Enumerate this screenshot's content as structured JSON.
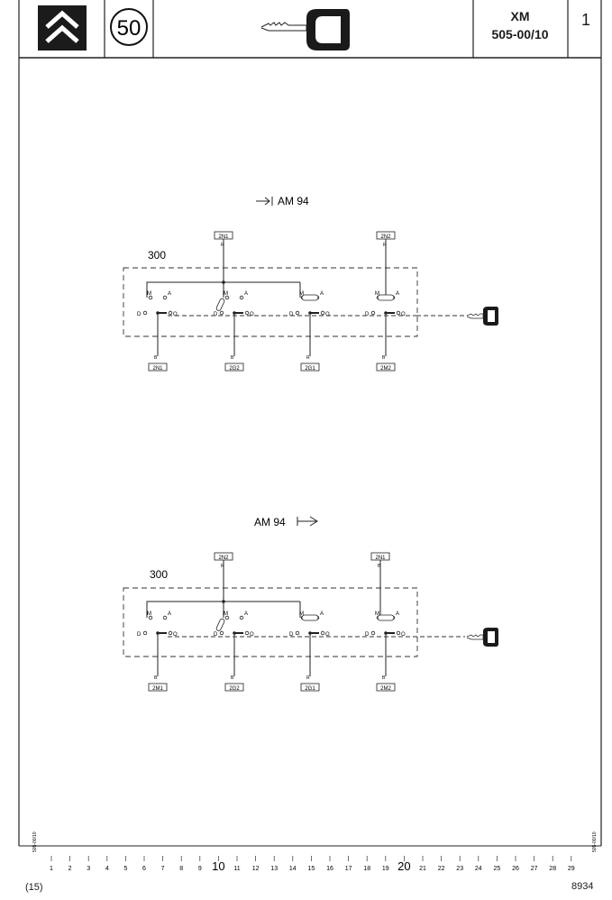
{
  "header": {
    "section_number": "50",
    "model": "XM",
    "reference": "505-00/10",
    "page_number": "1"
  },
  "diagrams": [
    {
      "label": "AM 94",
      "component_number": "300",
      "top_connectors": [
        "2N1",
        "2N2"
      ],
      "top_wire_codes": [
        "R",
        "R"
      ],
      "bottom_connectors": [
        "2N1",
        "2G2",
        "2G1",
        "2M2"
      ],
      "bottom_wire_codes": [
        "B",
        "B",
        "R",
        "B"
      ],
      "switch_labels": {
        "m": "M",
        "a": "A",
        "d": "D",
        "o": "O"
      }
    },
    {
      "label": "AM 94",
      "component_number": "300",
      "top_connectors": [
        "2N2",
        "2N1"
      ],
      "top_wire_codes": [
        "R",
        "B"
      ],
      "bottom_connectors": [
        "2M1",
        "2G2",
        "2G1",
        "2M2"
      ],
      "bottom_wire_codes": [
        "B",
        "B",
        "R",
        "B"
      ],
      "switch_labels": {
        "m": "M",
        "a": "A",
        "d": "D",
        "o": "O"
      }
    }
  ],
  "ruler": {
    "numbers": [
      "1",
      "2",
      "3",
      "4",
      "5",
      "6",
      "7",
      "8",
      "9",
      "10",
      "11",
      "12",
      "13",
      "14",
      "15",
      "16",
      "17",
      "18",
      "19",
      "20",
      "21",
      "22",
      "23",
      "24",
      "25",
      "26",
      "27",
      "28",
      "29"
    ]
  },
  "margin_refs": {
    "left": "505-00/10",
    "right": "505-00/10"
  },
  "footer": {
    "left": "(15)",
    "right": "8934"
  }
}
